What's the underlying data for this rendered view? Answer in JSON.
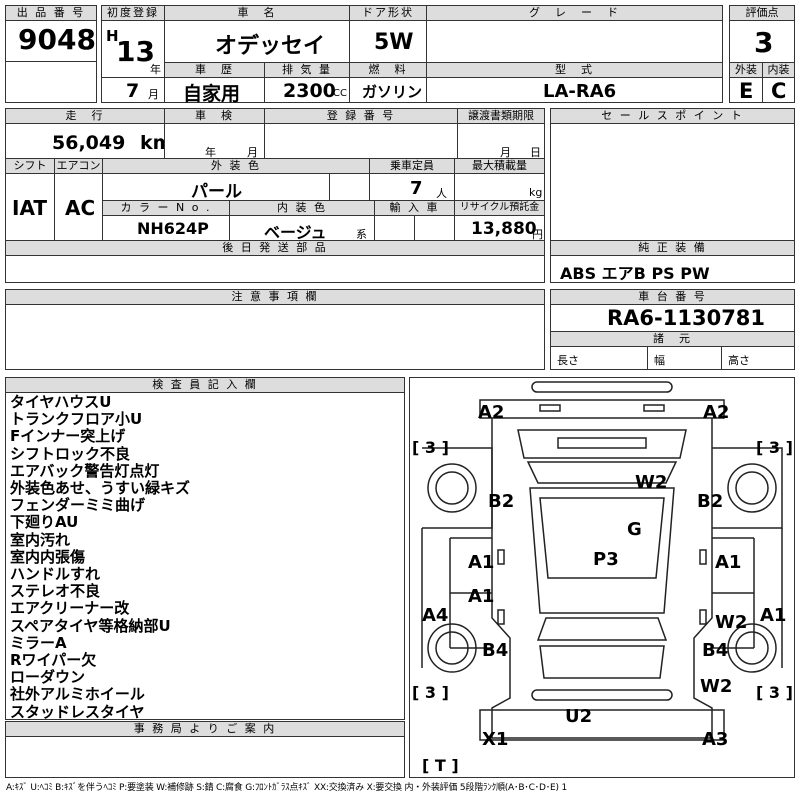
{
  "header": {
    "lot_label": "出 品 番 号",
    "lot_value": "9048",
    "first_reg_label": "初度登録",
    "era_prefix": "H",
    "year": "13",
    "year_unit": "年",
    "month": "7",
    "month_unit": "月",
    "car_name_label": "車　名",
    "car_name": "オデッセイ",
    "door_label": "ドア形状",
    "door": "5W",
    "grade_label": "グ　レ　ー　ド",
    "grade": "",
    "score_label": "評価点",
    "score": "3",
    "history_label": "車　歴",
    "history": "自家用",
    "displacement_label": "排 気 量",
    "displacement": "2300",
    "displacement_unit": "CC",
    "fuel_label": "燃　料",
    "fuel": "ガソリン",
    "model_label": "型　式",
    "model": "LA-RA6",
    "exterior_label": "外装",
    "exterior": "E",
    "interior_label": "内装",
    "interior": "C"
  },
  "row2": {
    "mileage_label": "走　行",
    "mileage": "56,049",
    "mileage_unit": "km",
    "inspection_label": "車　検",
    "inspection_year_unit": "年",
    "inspection_month_unit": "月",
    "reg_no_label": "登 録 番 号",
    "transfer_label": "譲渡書類期限",
    "transfer_month_unit": "月",
    "transfer_day_unit": "日",
    "sales_point_label": "セ ー ル ス ポ イ ン ト"
  },
  "row3": {
    "shift_label": "シフト",
    "shift": "IAT",
    "aircon_label": "エアコン",
    "aircon": "AC",
    "ext_color_label": "外 装 色",
    "ext_color": "パール",
    "capacity_label": "乗車定員",
    "capacity": "7",
    "capacity_unit": "人",
    "load_label": "最大積載量",
    "load_unit": "kg",
    "color_no_label": "カ ラ ー N o .",
    "color_no": "NH624P",
    "int_color_label": "内 装 色",
    "int_color": "ベージュ",
    "int_color_unit": "系",
    "import_label": "輸 入 車",
    "recycle_label": "リサイクル預託金",
    "recycle": "13,880",
    "recycle_unit": "円",
    "later_parts_label": "後 日 発 送 部 品",
    "equipment_label": "純 正 装 備",
    "equipment": "ABS エアB PS PW"
  },
  "row4": {
    "caution_label": "注 意 事 項 欄",
    "chassis_label": "車 台 番 号",
    "chassis": "RA6-1130781",
    "specs_label": "諸　元",
    "length_label": "長さ",
    "width_label": "幅",
    "height_label": "高さ"
  },
  "inspector": {
    "label": "検 査 員 記 入 欄",
    "notes": [
      "タイヤハウスU",
      "トランクフロア小U",
      "Fインナー突上げ",
      "シフトロック不良",
      "エアバック警告灯点灯",
      "外装色あせ、うすい緑キズ",
      "フェンダーミミ曲げ",
      "下廻りAU",
      "室内汚れ",
      "室内内張傷",
      "ハンドルすれ",
      "ステレオ不良",
      "エアクリーナー改",
      "スペアタイヤ等格納部U",
      "ミラーA",
      "Rワイパー欠",
      "ローダウン",
      "社外アルミホイール",
      "スタッドレスタイヤ"
    ]
  },
  "office": {
    "label": "事 務 局 よ り ご 案 内"
  },
  "diagram": {
    "marks": [
      "A2",
      "A2",
      "W2",
      "B2",
      "B2",
      "G",
      "P3",
      "A1",
      "A1",
      "A1",
      "A4",
      "A1",
      "W2",
      "B4",
      "B4",
      "W2",
      "U2",
      "X1",
      "A3"
    ],
    "tire_marks": [
      "[ 3 ]",
      "[ 3 ]",
      "[ 3 ]",
      "[ 3 ]",
      "[ T ]"
    ]
  },
  "legend": "A:ｷｽﾞ U:ﾍｺﾐ B:ｷｽﾞを伴うﾍｺﾐ P:要塗装 W:補修跡 S:錆 C:腐食 G:ﾌﾛﾝﾄｶﾞﾗｽ点ｷｽﾞ XX:交換済み X:要交換 内・外装評価 5段階ﾗﾝｸ順(A･B･C･D･E) 1"
}
